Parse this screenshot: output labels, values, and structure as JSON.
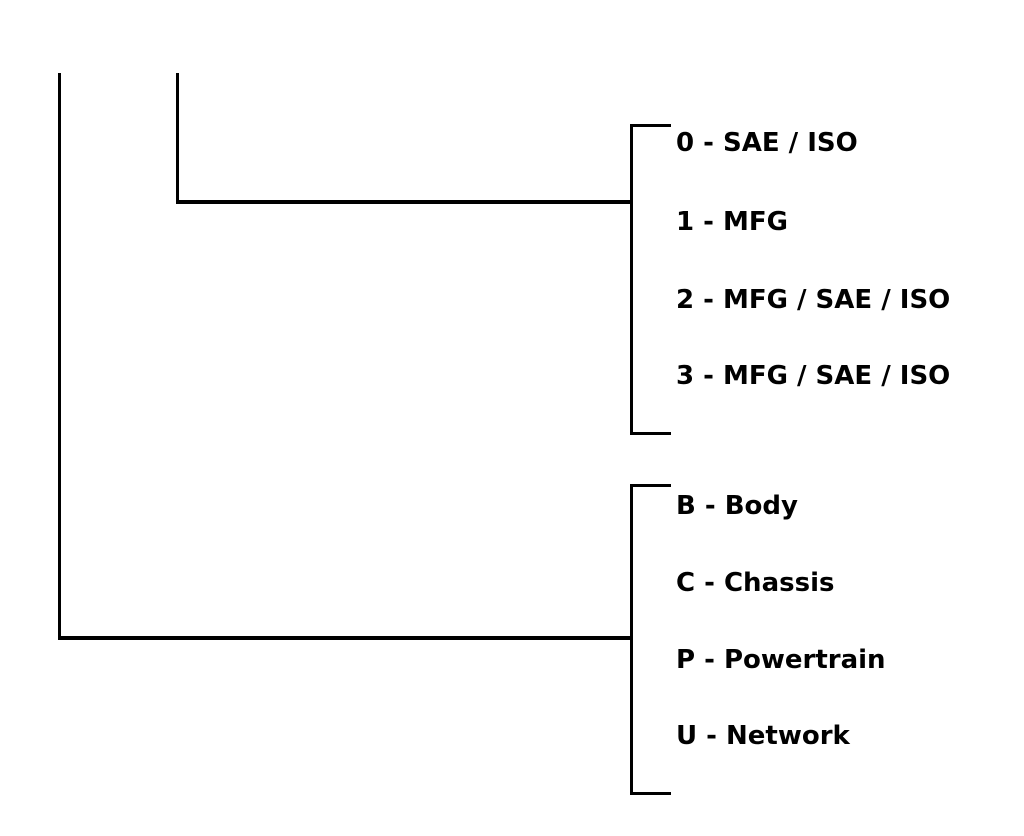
{
  "colors": {
    "background": "#ffffff",
    "line": "#000000",
    "text": "#000000"
  },
  "brackets": [
    {
      "items": [
        {
          "label": "0 - SAE / ISO"
        },
        {
          "label": "1 - MFG"
        },
        {
          "label": "2 - MFG / SAE / ISO"
        },
        {
          "label": "3 - MFG / SAE / ISO"
        }
      ]
    },
    {
      "items": [
        {
          "label": "B - Body"
        },
        {
          "label": "C - Chassis"
        },
        {
          "label": "P - Powertrain"
        },
        {
          "label": "U - Network"
        }
      ]
    }
  ]
}
